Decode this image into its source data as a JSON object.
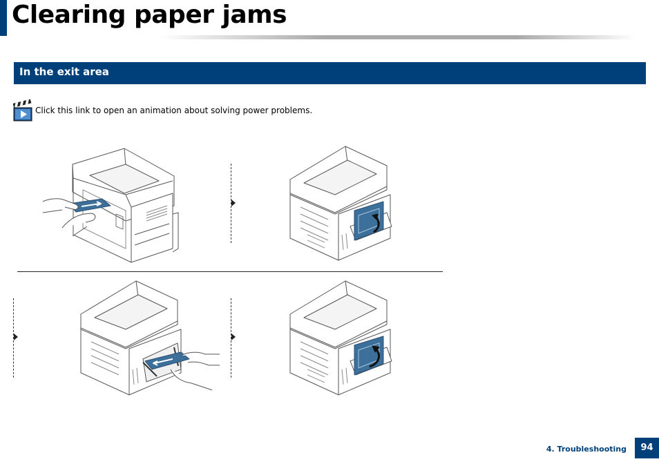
{
  "page": {
    "title": "Clearing paper jams"
  },
  "section": {
    "title": "In the exit area"
  },
  "animation_link": {
    "text": "Click this link to open an animation about solving power problems."
  },
  "steps": [
    {
      "image": "printer-pull-paper-from-exit"
    },
    {
      "image": "printer-open-rear-cover"
    },
    {
      "image": "printer-pull-paper-from-rear"
    },
    {
      "image": "printer-close-rear-cover"
    }
  ],
  "footer": {
    "section": "4.  Troubleshooting",
    "page_number": "94"
  },
  "colors": {
    "accent": "#00407a",
    "illustration_line": "#555555",
    "highlight": "#3c6f9a"
  }
}
